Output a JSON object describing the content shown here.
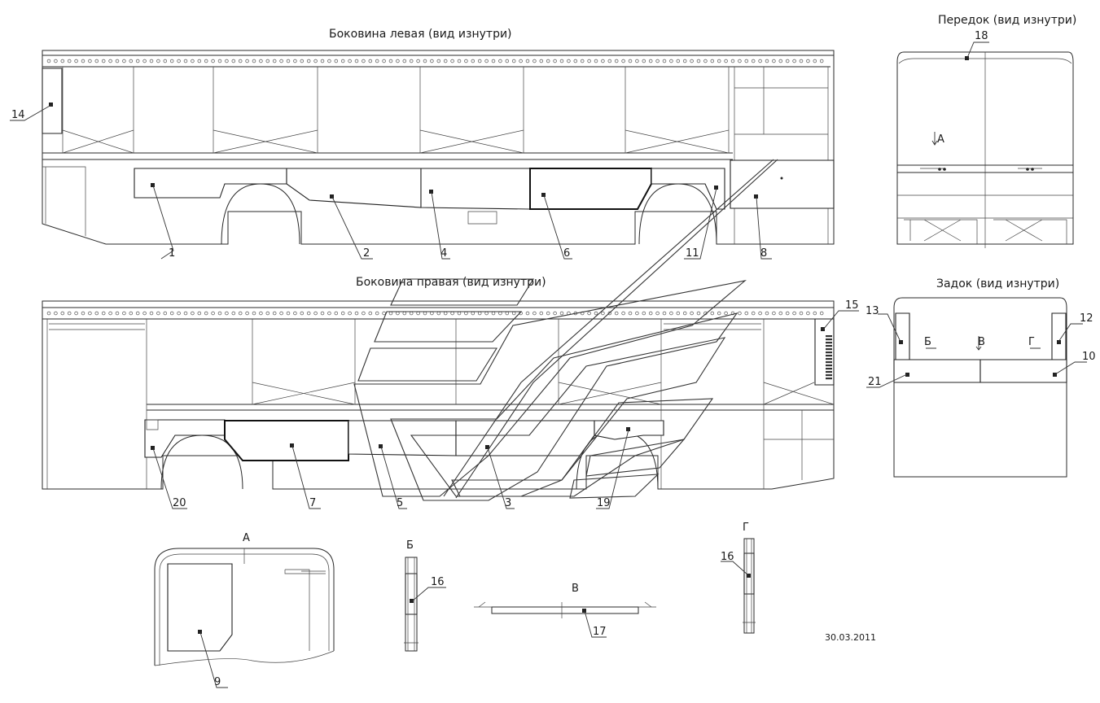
{
  "views": {
    "left_side": "Боковина левая (вид изнутри)",
    "right_side": "Боковина правая (вид изнутри)",
    "front": "Передок (вид изнутри)",
    "rear": "Задок (вид изнутри)"
  },
  "detail_letters": {
    "a": "А",
    "b": "Б",
    "v": "В",
    "g": "Г"
  },
  "parts": {
    "p1": "1",
    "p2": "2",
    "p3": "3",
    "p4": "4",
    "p5": "5",
    "p6": "6",
    "p7": "7",
    "p8": "8",
    "p9": "9",
    "p10": "10",
    "p11": "11",
    "p12": "12",
    "p13": "13",
    "p14": "14",
    "p15": "15",
    "p16a": "16",
    "p16b": "16",
    "p17": "17",
    "p18": "18",
    "p19": "19",
    "p20": "20",
    "p21": "21"
  },
  "date": "30.03.2011"
}
